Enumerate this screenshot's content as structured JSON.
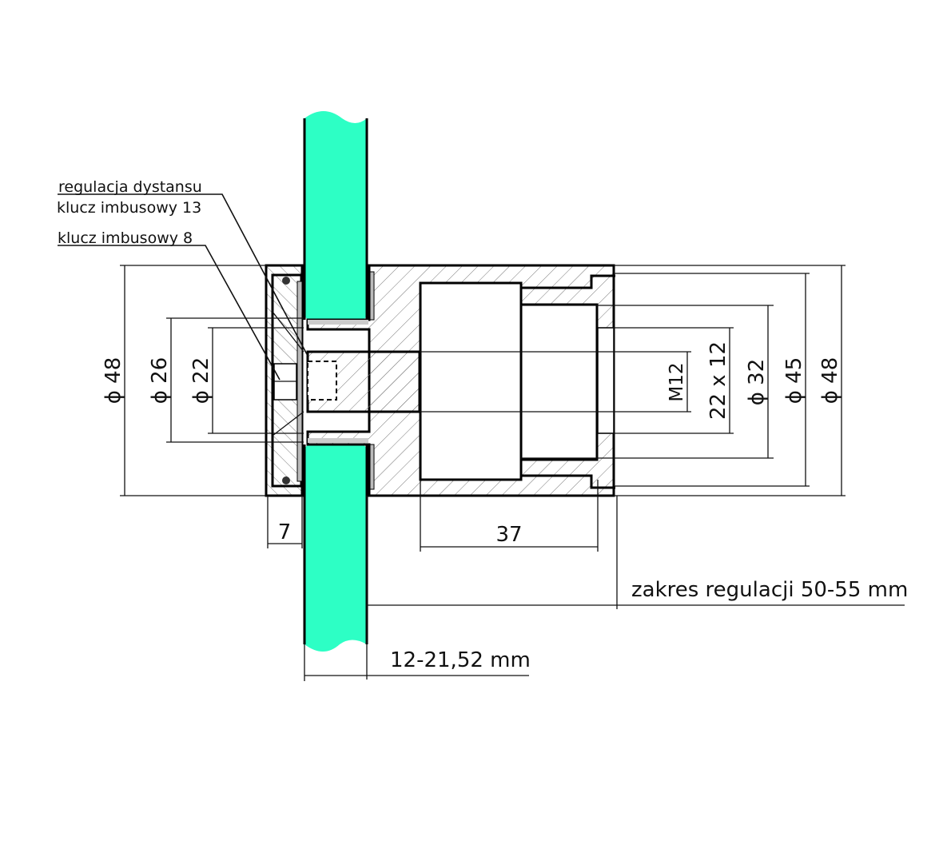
{
  "labels": {
    "distance_adjust": "regulacja dystansu",
    "hex_key_13": "klucz imbusowy 13",
    "hex_key_8": "klucz imbusowy 8"
  },
  "dimensions": {
    "left_d48": "ϕ 48",
    "d26": "ϕ 26",
    "d22": "ϕ 22",
    "m12": "M12",
    "thread_22x12": "22 x 12",
    "d32": "ϕ 32",
    "d45": "ϕ 45",
    "right_d48": "ϕ 48",
    "plate_thickness": "7",
    "length_37": "37",
    "adjust_range": "zakres regulacji 50-55 mm",
    "glass_thickness": "12-21,52 mm"
  },
  "colors": {
    "glass": "#2dffc5",
    "line": "#000000"
  }
}
